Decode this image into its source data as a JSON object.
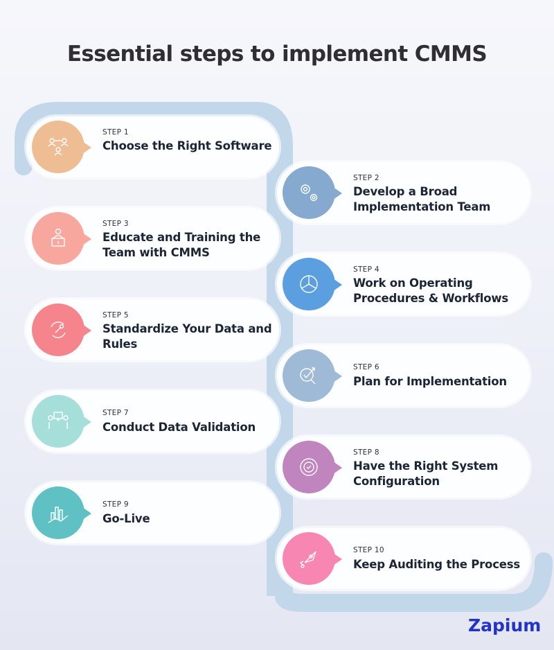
{
  "title": "Essential steps to implement CMMS",
  "colors": {
    "path": "#c3d7ea",
    "card": "#fdfeff",
    "text": "#1c2536",
    "logo": "#2233cc"
  },
  "steps": [
    {
      "label": "STEP 1",
      "title": "Choose the Right Software",
      "color": "#efbd93",
      "icon": "team-network-icon"
    },
    {
      "label": "STEP 2",
      "title": "Develop a Broad Implementation Team",
      "color": "#86a9cf",
      "icon": "gears-icon"
    },
    {
      "label": "STEP 3",
      "title": "Educate and Training the Team with CMMS",
      "color": "#f8a79e",
      "icon": "presenter-icon"
    },
    {
      "label": "STEP 4",
      "title": "Work on Operating Procedures & Workflows",
      "color": "#5b9fe0",
      "icon": "pie-chart-icon"
    },
    {
      "label": "STEP 5",
      "title": "Standardize Your Data and Rules",
      "color": "#f5848c",
      "icon": "wrench-cycle-icon"
    },
    {
      "label": "STEP 6",
      "title": "Plan for Implementation",
      "color": "#9ebad6",
      "icon": "search-target-icon"
    },
    {
      "label": "STEP 7",
      "title": "Conduct Data Validation",
      "color": "#a6dfda",
      "icon": "discussion-icon"
    },
    {
      "label": "STEP 8",
      "title": "Have the Right System Configuration",
      "color": "#c084bf",
      "icon": "gear-check-icon"
    },
    {
      "label": "STEP 9",
      "title": "Go-Live",
      "color": "#5fc1c3",
      "icon": "growth-chart-icon"
    },
    {
      "label": "STEP 10",
      "title": "Keep Auditing the Process",
      "color": "#f786b2",
      "icon": "rocket-icon"
    }
  ],
  "brand": {
    "logo_text": "Zapium"
  }
}
